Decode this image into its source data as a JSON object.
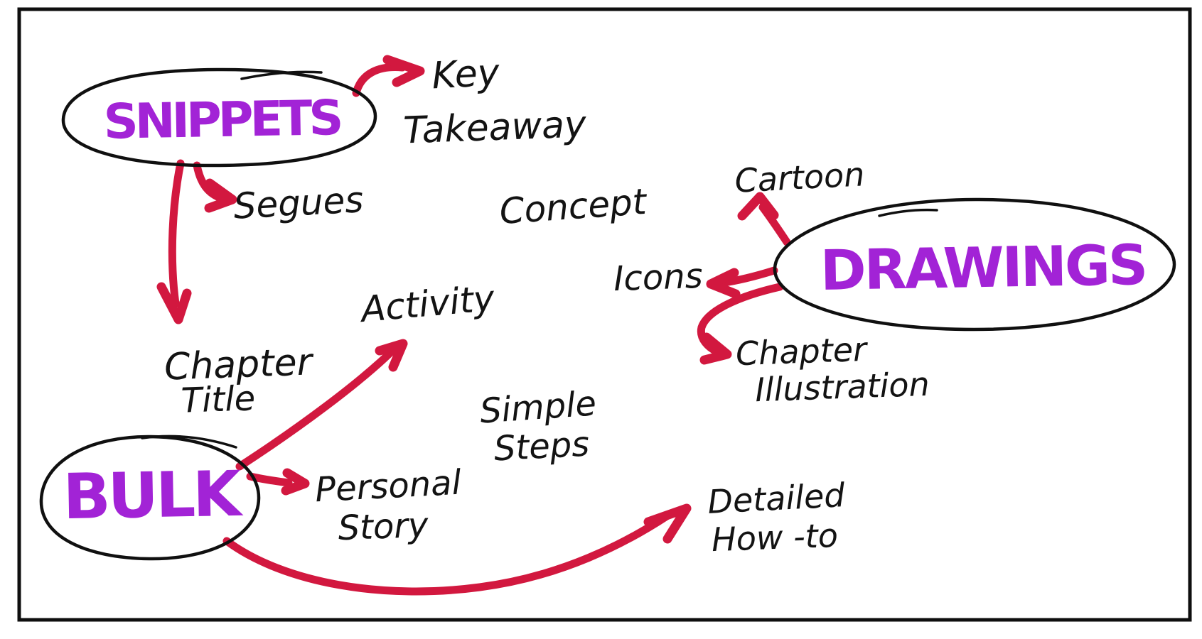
{
  "diagram": {
    "kind": "hand-drawn mind map",
    "colors": {
      "background": "#ffffff",
      "frame": "#0e0e0e",
      "ink": "#131313",
      "node_text": "#a223d6",
      "arrow": "#d2183f"
    },
    "nodes": [
      {
        "id": "snippets",
        "label": "SNIPPETS"
      },
      {
        "id": "drawings",
        "label": "DRAWINGS"
      },
      {
        "id": "bulk",
        "label": "BULK"
      }
    ],
    "labels": [
      {
        "id": "key-takeaway",
        "line1": "Key",
        "line2": "Takeaway"
      },
      {
        "id": "segues",
        "line1": "Segues"
      },
      {
        "id": "concept",
        "line1": "Concept"
      },
      {
        "id": "cartoon",
        "line1": "Cartoon"
      },
      {
        "id": "icons",
        "line1": "Icons"
      },
      {
        "id": "activity",
        "line1": "Activity"
      },
      {
        "id": "chapter-title",
        "line1": "Chapter",
        "line2": "Title"
      },
      {
        "id": "simple-steps",
        "line1": "Simple",
        "line2": "Steps"
      },
      {
        "id": "chapter-illustration",
        "line1": "Chapter",
        "line2": "Illustration"
      },
      {
        "id": "personal-story",
        "line1": "Personal",
        "line2": "Story"
      },
      {
        "id": "detailed-how-to",
        "line1": "Detailed",
        "line2": "How -to"
      }
    ],
    "edges": [
      {
        "from": "SNIPPETS",
        "to": "Key Takeaway"
      },
      {
        "from": "SNIPPETS",
        "to": "Segues"
      },
      {
        "from": "SNIPPETS",
        "to": "Chapter Title"
      },
      {
        "from": "DRAWINGS",
        "to": "Cartoon"
      },
      {
        "from": "DRAWINGS",
        "to": "Icons"
      },
      {
        "from": "DRAWINGS",
        "to": "Chapter Illustration"
      },
      {
        "from": "BULK",
        "to": "Activity"
      },
      {
        "from": "BULK",
        "to": "Personal Story"
      },
      {
        "from": "BULK",
        "to": "Detailed How-to"
      }
    ]
  }
}
